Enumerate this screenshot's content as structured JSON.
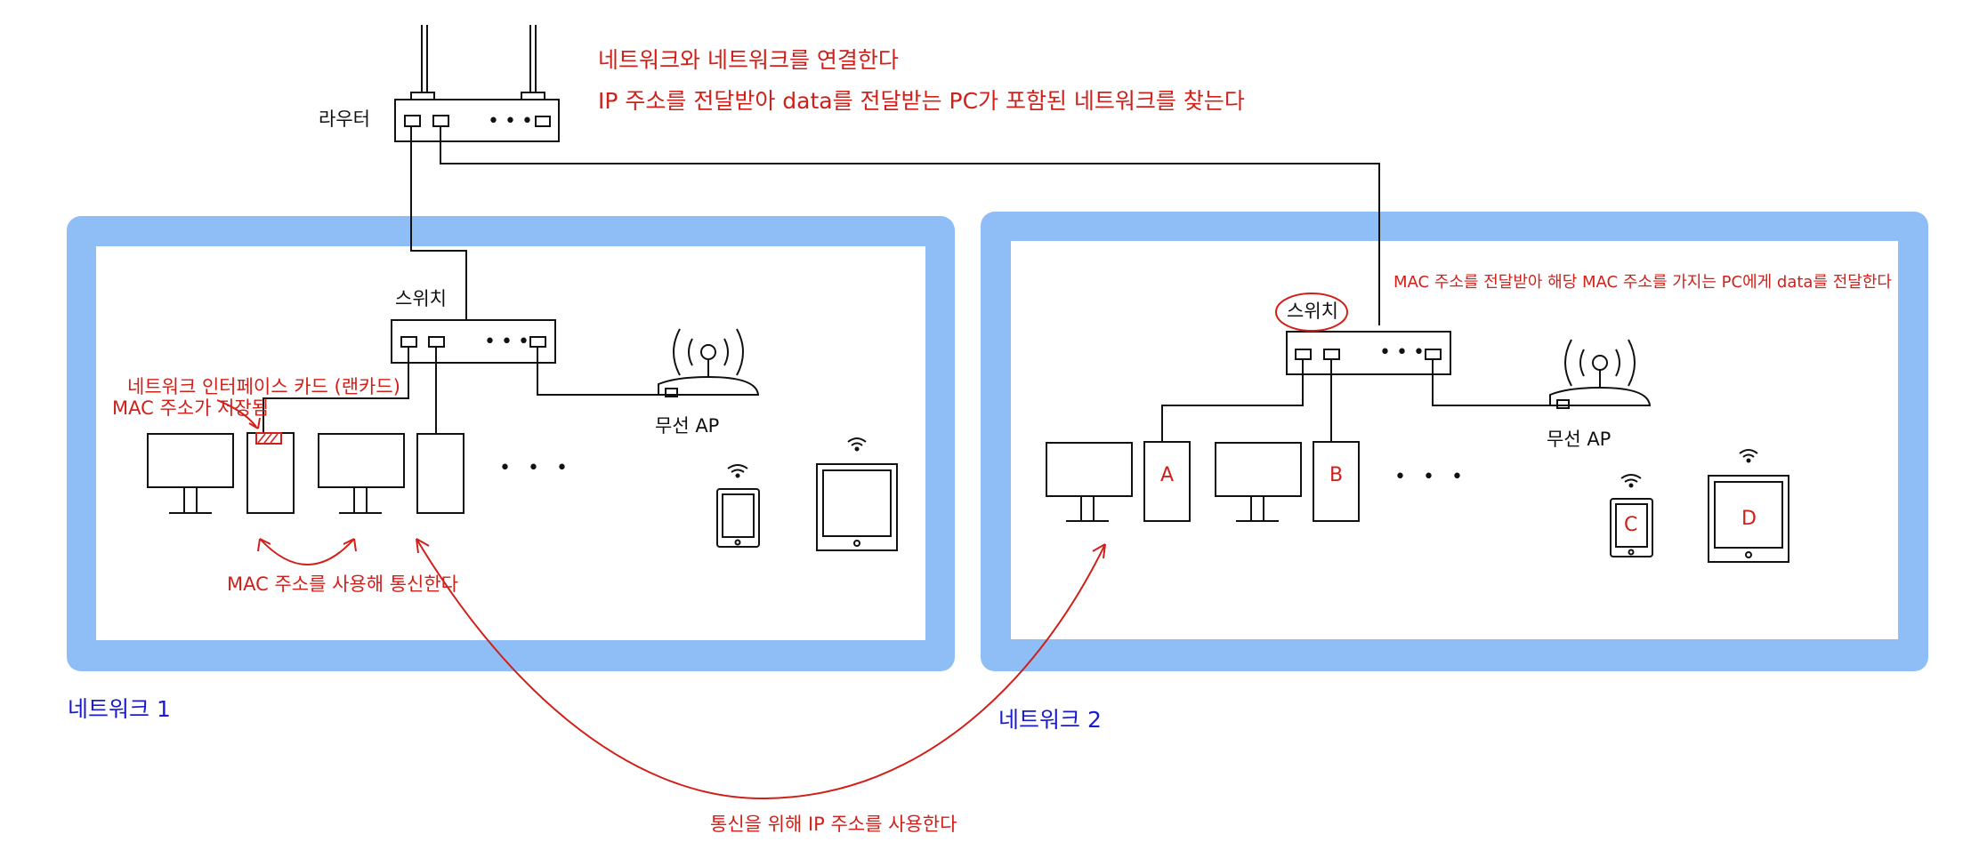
{
  "colors": {
    "network_fill": "#8fbdf6",
    "annotation": "#d0201a",
    "network_label": "#1a1ad0",
    "line": "#111111"
  },
  "router": {
    "label": "라우터",
    "annotation_1": "네트워크와 네트워크를 연결한다",
    "annotation_2": "IP 주소를 전달받아 data를 전달받는 PC가 포함된 네트워크를 찾는다",
    "dots": "•••"
  },
  "network1": {
    "name": "네트워크 1",
    "switch_label": "스위치",
    "switch_dots": "•••",
    "ap_label": "무선 AP",
    "nic_label": "네트워크 인터페이스 카드 (랜카드)",
    "mac_stored_label": "MAC 주소가 저장됨",
    "mac_comm_label": "MAC 주소를 사용해 통신한다",
    "more_devices": "• • •",
    "icons": [
      "monitor-icon",
      "pc-tower-icon",
      "monitor-icon",
      "pc-tower-icon",
      "smartphone-icon",
      "tablet-icon",
      "wifi-icon",
      "router-antenna-icon"
    ]
  },
  "network2": {
    "name": "네트워크 2",
    "switch_label": "스위치",
    "switch_dots": "•••",
    "ap_label": "무선 AP",
    "switch_annotation": "MAC 주소를 전달받아 해당 MAC 주소를 가지는 PC에게 data를 전달한다",
    "devices": {
      "a": "A",
      "b": "B",
      "c": "C",
      "d": "D"
    },
    "more_devices": "• • •"
  },
  "ip_comm_label": "통신을 위해 IP 주소를 사용한다"
}
